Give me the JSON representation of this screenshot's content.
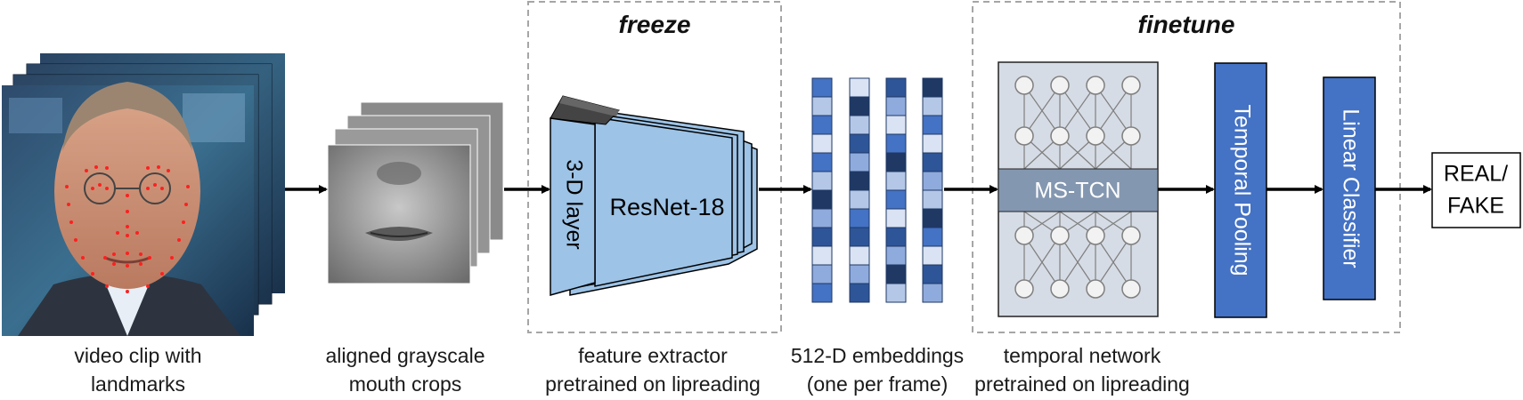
{
  "groups": {
    "freeze_title": "freeze",
    "finetune_title": "finetune"
  },
  "blocks": {
    "conv3d_label": "3-D layer",
    "resnet_label": "ResNet-18",
    "mstcn_label": "MS-TCN",
    "pooling_label": "Temporal Pooling",
    "classifier_label": "Linear Classifier",
    "output_line1": "REAL/",
    "output_line2": "FAKE"
  },
  "captions": [
    {
      "line1": "video clip with",
      "line2": "landmarks"
    },
    {
      "line1": "aligned grayscale",
      "line2": "mouth crops"
    },
    {
      "line1": "feature extractor",
      "line2": "pretrained on lipreading"
    },
    {
      "line1": "512-D embeddings",
      "line2": "(one per frame)"
    },
    {
      "line1": "temporal network",
      "line2": "pretrained on lipreading"
    }
  ],
  "colors": {
    "block_blue": "#4472c4",
    "light_blue": "#9dc3e6",
    "tcn_band": "#8497b0",
    "tcn_bg": "#d6dce5",
    "dash": "#a6a6a6"
  }
}
